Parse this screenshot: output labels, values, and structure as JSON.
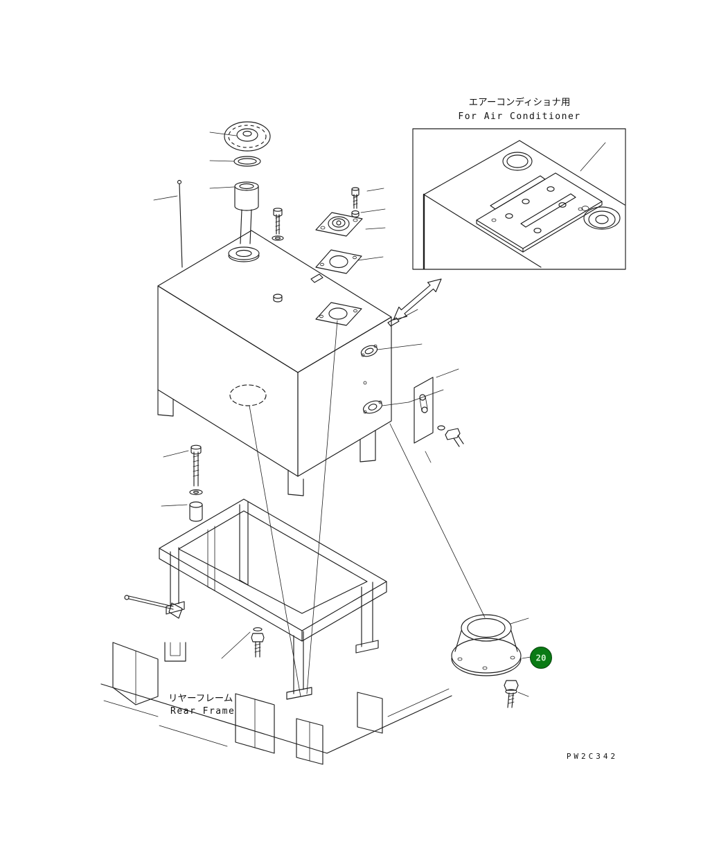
{
  "page": {
    "part_code": "PW2C342",
    "background": "#ffffff"
  },
  "inset": {
    "label_jp": "エアーコンディショナ用",
    "label_en": "For Air Conditioner"
  },
  "rear_frame": {
    "label_jp": "リヤーフレーム",
    "label_en": "Rear Frame"
  },
  "callouts": [
    {
      "number": "20",
      "part": "cover-flange"
    }
  ],
  "colors": {
    "line": "#1c1c1c",
    "badge_fill": "#0a7a14",
    "badge_text": "#c9efc9"
  }
}
